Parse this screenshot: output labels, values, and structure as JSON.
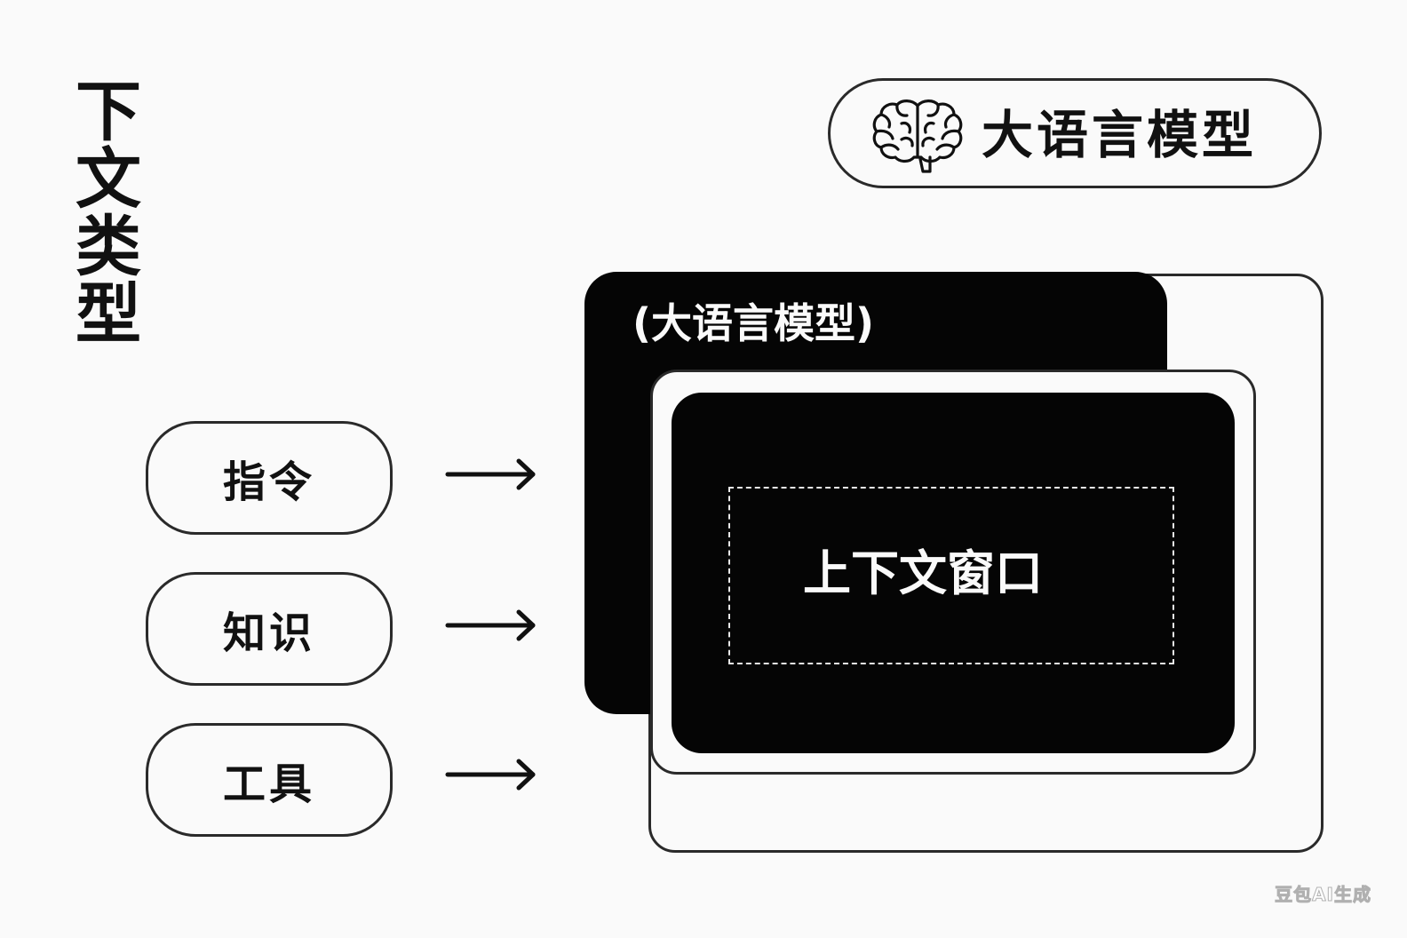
{
  "side_title": "下文类型",
  "llm": {
    "icon": "brain-icon",
    "label": "大语言模型"
  },
  "model_panel": {
    "label": "(大语言模型)"
  },
  "context_window": {
    "label": "上下文窗口"
  },
  "inputs": [
    {
      "label": "指令"
    },
    {
      "label": "知识"
    },
    {
      "label": "工具"
    }
  ],
  "watermark": "豆包AI生成"
}
